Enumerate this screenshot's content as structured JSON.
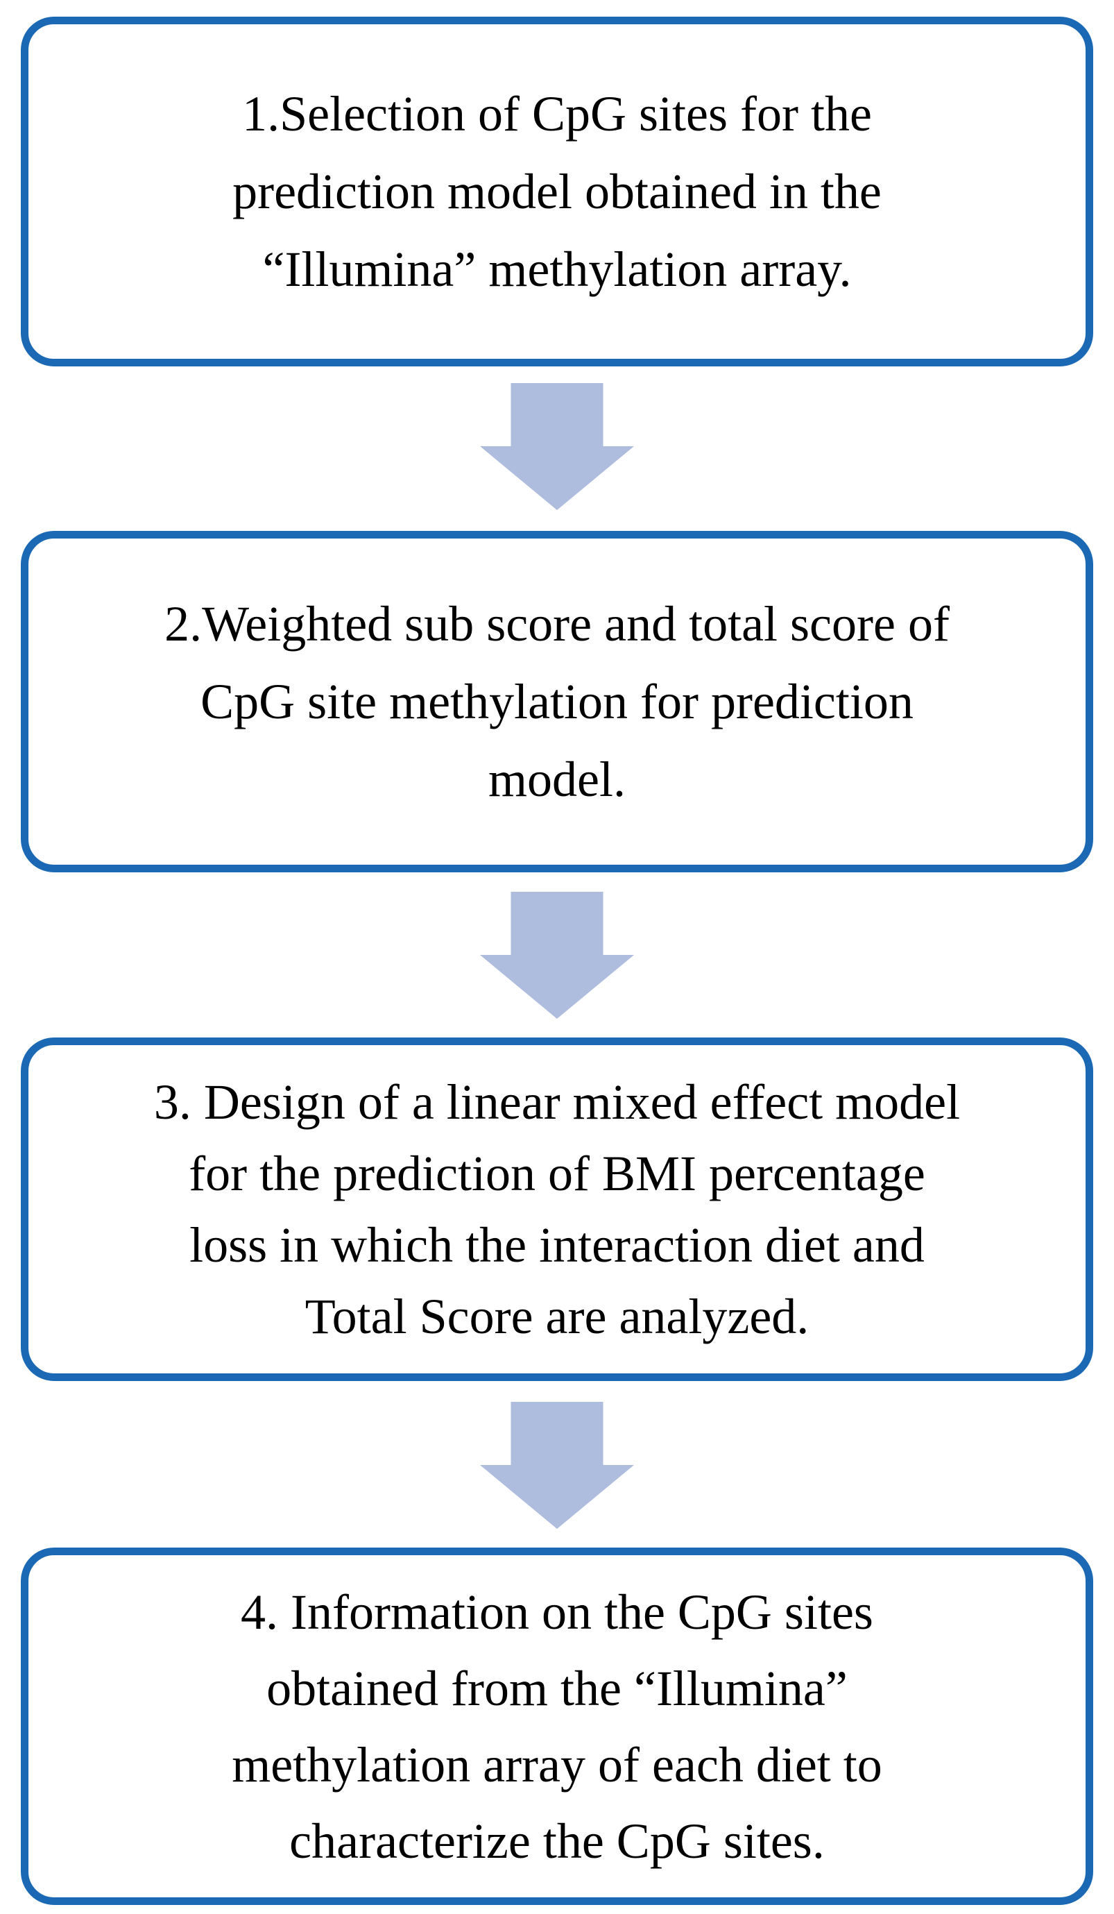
{
  "diagram": {
    "type": "flowchart",
    "direction": "top-down",
    "connector": "down-arrow",
    "colors": {
      "box_border": "#1B69B4",
      "box_fill": "#FFFFFF",
      "arrow_fill": "#AEBCDE",
      "text": "#000000"
    },
    "steps": [
      {
        "id": "1",
        "lines": [
          "1.Selection of CpG sites for the",
          "prediction model obtained in the",
          "“Illumina” methylation array."
        ]
      },
      {
        "id": "2",
        "lines": [
          "2.Weighted sub score and total score of",
          "CpG site methylation for prediction",
          "model."
        ]
      },
      {
        "id": "3",
        "lines": [
          "3. Design of a linear mixed effect model",
          "for the prediction of BMI percentage",
          "loss in which the interaction diet and",
          "Total Score are analyzed."
        ]
      },
      {
        "id": "4",
        "lines": [
          "4. Information on the CpG sites",
          "obtained from the “Illumina”",
          "methylation array of each diet to",
          "characterize the CpG sites."
        ]
      }
    ]
  }
}
